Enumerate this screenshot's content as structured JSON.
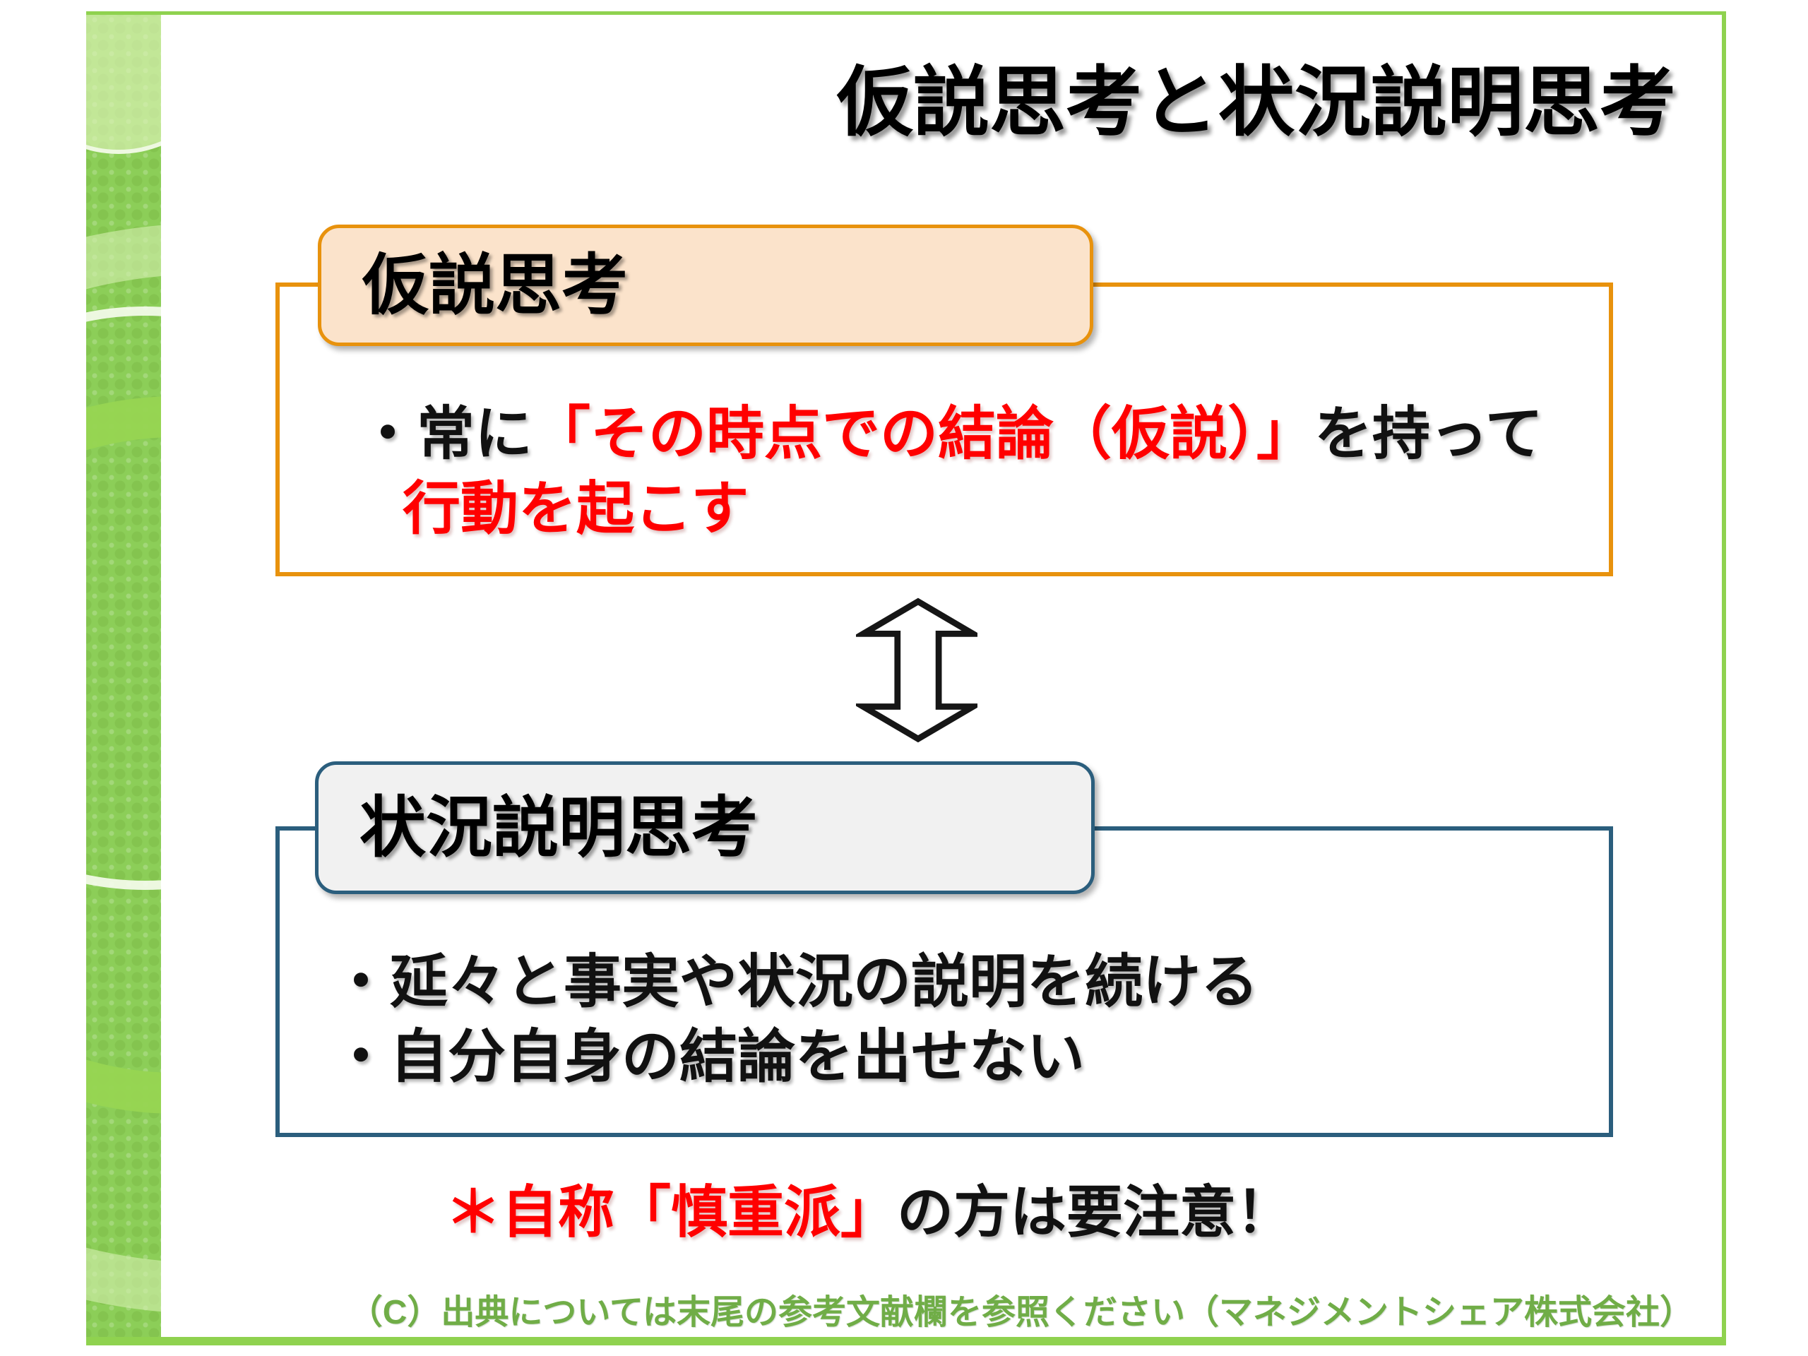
{
  "slide": {
    "title": "仮説思考と状況説明思考",
    "hypothesis": {
      "header": "仮説思考",
      "line1": {
        "black1": "・常に",
        "red": "「その時点での結論（仮説）」",
        "black2": "を持って"
      },
      "line2": {
        "red": "行動を起こす"
      }
    },
    "situation": {
      "header": "状況説明思考",
      "bullet1": "・延々と事実や状況の説明を続ける",
      "bullet2": "・自分自身の結論を出せない"
    },
    "note": {
      "red": "＊自称「慎重派」",
      "black": "の方は要注意！"
    },
    "footer": "（C）出典については末尾の参考文献欄を参照ください（マネジメントシェア株式会社）",
    "icons": {
      "arrow": "up-down-double-arrow"
    },
    "colors": {
      "frame_green": "#8fd24f",
      "strip_green": "#8cce58",
      "accent_orange": "#e8920d",
      "peach_fill": "#fbe3cb",
      "accent_navy": "#2b5e7d",
      "gray_fill": "#f1f1f1",
      "text_red": "#ff0000",
      "footer_green": "#70ad47",
      "text_black": "#000000"
    }
  }
}
